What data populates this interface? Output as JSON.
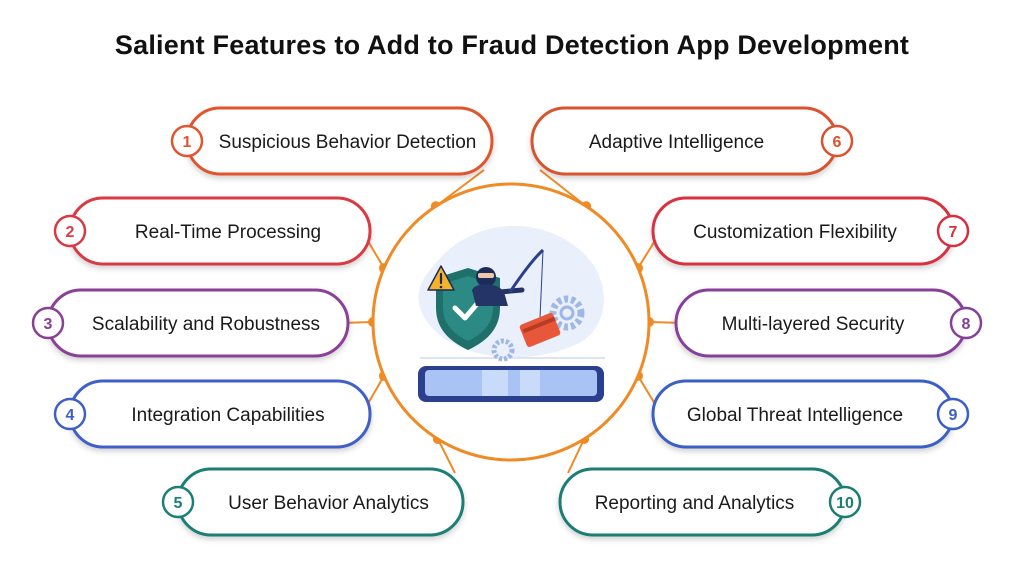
{
  "title": "Salient Features to Add to Fraud Detection App Development",
  "colors": {
    "hub": "#f08a24",
    "background": "#ffffff",
    "text": "#1a1a1a"
  },
  "features": [
    {
      "number": "1",
      "label": "Suspicious Behavior Detection",
      "color": "#e1552f"
    },
    {
      "number": "2",
      "label": "Real-Time Processing",
      "color": "#d83a45"
    },
    {
      "number": "3",
      "label": "Scalability and Robustness",
      "color": "#8a3f96"
    },
    {
      "number": "4",
      "label": "Integration Capabilities",
      "color": "#3f5fc8"
    },
    {
      "number": "5",
      "label": "User Behavior Analytics",
      "color": "#1a7f76"
    },
    {
      "number": "6",
      "label": "Adaptive Intelligence",
      "color": "#d8532e"
    },
    {
      "number": "7",
      "label": "Customization Flexibility",
      "color": "#d8303f"
    },
    {
      "number": "8",
      "label": "Multi-layered Security",
      "color": "#86409a"
    },
    {
      "number": "9",
      "label": "Global Threat Intelligence",
      "color": "#3a5ec4"
    },
    {
      "number": "10",
      "label": "Reporting and Analytics",
      "color": "#1b7d73"
    }
  ],
  "illustration": {
    "icons": [
      "warning-icon",
      "shield-icon",
      "hacker-icon",
      "fishing-rod-icon",
      "credit-card-icon",
      "gear-icon",
      "tablet-icon"
    ]
  }
}
